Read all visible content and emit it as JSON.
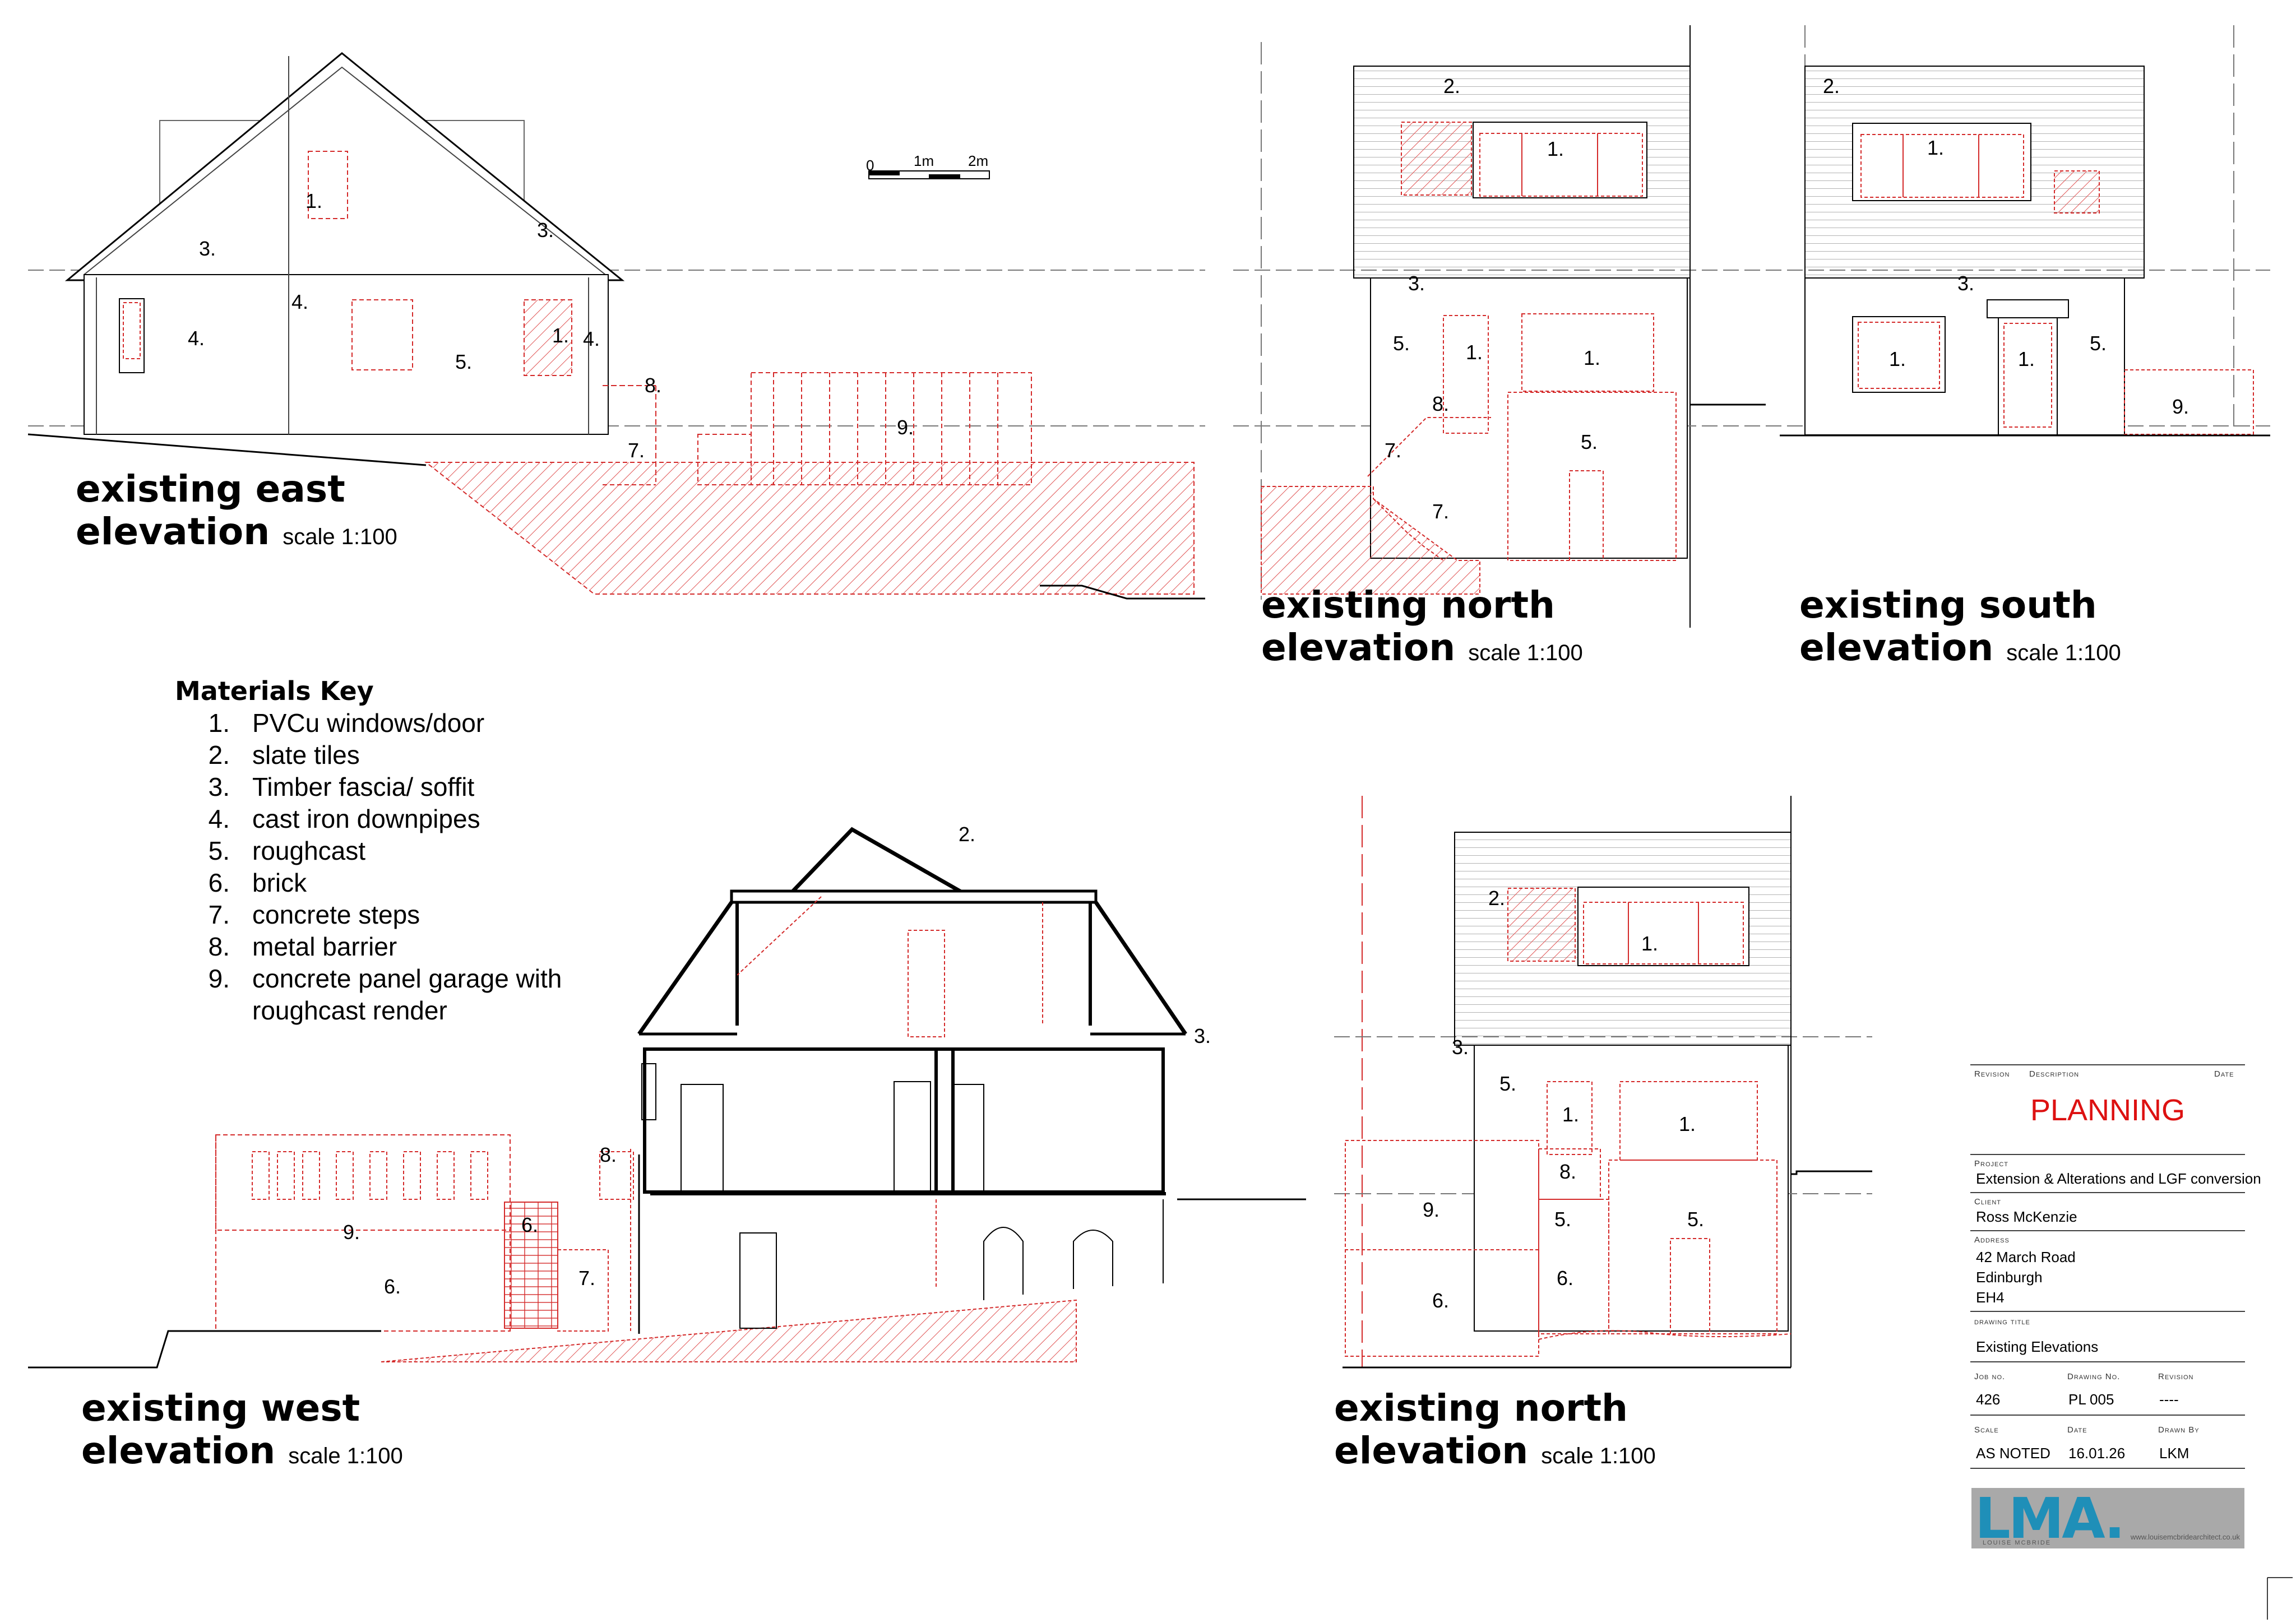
{
  "titles": {
    "east": {
      "line1": "existing east",
      "line2": "elevation",
      "scale": "scale 1:100"
    },
    "north1": {
      "line1": "existing north",
      "line2": "elevation",
      "scale": "scale 1:100"
    },
    "south": {
      "line1": "existing south",
      "line2": "elevation",
      "scale": "scale 1:100"
    },
    "west": {
      "line1": "existing west",
      "line2": "elevation",
      "scale": "scale 1:100"
    },
    "north2": {
      "line1": "existing north",
      "line2": "elevation",
      "scale": "scale 1:100"
    }
  },
  "scalebar": {
    "zero": "0",
    "one": "1m",
    "two": "2m"
  },
  "materials_key": {
    "heading": "Materials Key",
    "items": [
      {
        "n": "1.",
        "text": "PVCu windows/door"
      },
      {
        "n": "2.",
        "text": "slate tiles"
      },
      {
        "n": "3.",
        "text": "Timber fascia/ soffit"
      },
      {
        "n": "4.",
        "text": "cast iron downpipes"
      },
      {
        "n": "5.",
        "text": "roughcast"
      },
      {
        "n": "6.",
        "text": "brick"
      },
      {
        "n": "7.",
        "text": "concrete steps"
      },
      {
        "n": "8.",
        "text": "metal barrier"
      },
      {
        "n": "9.",
        "text": "concrete panel garage with roughcast render"
      }
    ]
  },
  "callouts": {
    "n1": "1.",
    "n2": "2.",
    "n3": "3.",
    "n4": "4.",
    "n5": "5.",
    "n6": "6.",
    "n7": "7.",
    "n8": "8.",
    "n9": "9."
  },
  "title_block": {
    "revision_label": "Revision",
    "description_label": "Description",
    "date_label": "Date",
    "status": "PLANNING",
    "project_label": "Project",
    "project": "Extension & Alterations and LGF conversion",
    "client_label": "Client",
    "client": "Ross McKenzie",
    "address_label": "Address",
    "address1": "42 March Road",
    "address2": "Edinburgh",
    "address3": "EH4",
    "drawing_title_label": "drawing title",
    "drawing_title": "Existing Elevations",
    "job_no_label": "Job no.",
    "job_no": "426",
    "drawing_no_label": "Drawing No.",
    "drawing_no": "PL 005",
    "revision_field_label": "Revision",
    "revision": "----",
    "scale_label": "Scale",
    "scale": "AS NOTED",
    "date_field_label": "Date",
    "date": "16.01.26",
    "drawn_by_label": "Drawn By",
    "drawn_by": "LKM"
  },
  "logo": {
    "mark": "LMA.",
    "name": "LOUISE MCBRIDE",
    "url": "www.louisemcbridearchitect.co.uk"
  },
  "colors": {
    "linework": "#000000",
    "proposed_red": "#d42a2a",
    "hatch_red": "#e05555",
    "logo_blue": "#1f8fb8",
    "logo_grey": "#a9a9a9"
  }
}
